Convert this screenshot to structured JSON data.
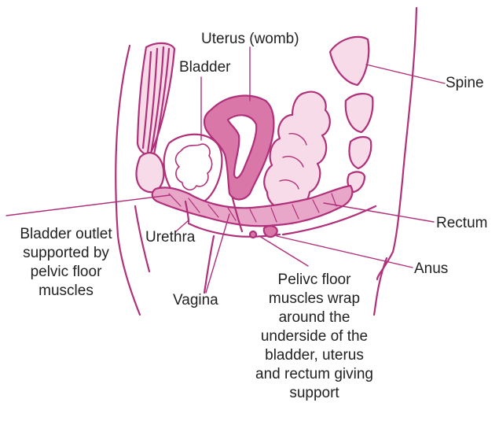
{
  "colors": {
    "line": "#b0307a",
    "fill_dark": "#d977a9",
    "fill_mid": "#e8a6c8",
    "fill_light": "#f7dbe9",
    "text": "#222222"
  },
  "labels": {
    "uterus": "Uterus (womb)",
    "bladder": "Bladder",
    "spine": "Spine",
    "rectum": "Rectum",
    "bladder_outlet": "Bladder outlet\nsupported by\npelvic floor\nmuscles",
    "urethra": "Urethra",
    "vagina": "Vagina",
    "anus": "Anus",
    "pelvic_floor": "Pelivc floor\nmuscles wrap\naround the\nunderside of the\nbladder, uterus\nand rectum giving\nsupport"
  }
}
